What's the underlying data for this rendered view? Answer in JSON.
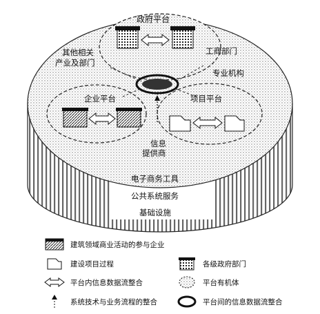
{
  "diagram": {
    "platforms": {
      "government": "政府平台",
      "enterprise": "企业平台",
      "project": "项目平台"
    },
    "labels": {
      "other_industries": [
        "其他相关",
        "产业及部门"
      ],
      "commerce": "工商部门",
      "professional": "专业机构",
      "info_provider": [
        "信息",
        "提供商"
      ],
      "ecommerce_tools": "电子商务工具",
      "public_services": "公共系统服务",
      "infrastructure": "基础设施"
    },
    "legend": [
      {
        "icon": "building-hatched-icon",
        "text": "建筑领域商业活动的参与企业"
      },
      {
        "icon": "project-process-icon",
        "text": "建设项目过程"
      },
      {
        "icon": "government-building-icon",
        "text": "各级政府部门"
      },
      {
        "icon": "double-arrow-icon",
        "text": "平台内信息数据流整合"
      },
      {
        "icon": "dotted-circle-icon",
        "text": "平台有机体"
      },
      {
        "icon": "vertical-dotted-arrow-icon",
        "text": "系统技术与业务流程的整合"
      },
      {
        "icon": "ring-icon",
        "text": "平台间的信息数据流整合"
      }
    ]
  }
}
